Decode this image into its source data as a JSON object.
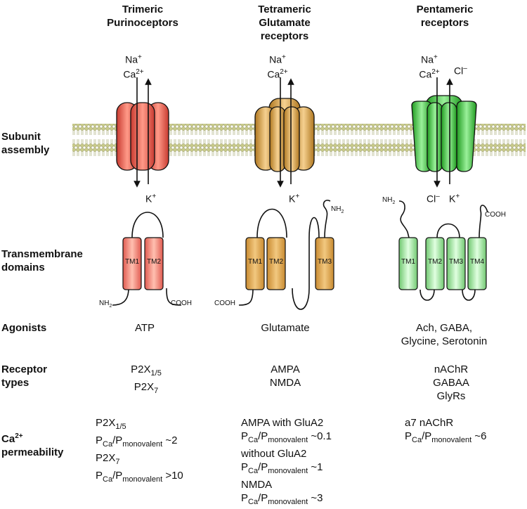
{
  "columns": {
    "trimeric": {
      "line1": "Trimeric",
      "line2": "Purinoceptors"
    },
    "tetrameric": {
      "line1": "Tetrameric",
      "line2": "Glutamate",
      "line3": "receptors"
    },
    "pentameric": {
      "line1": "Pentameric",
      "line2": "receptors"
    }
  },
  "row_labels": {
    "subunit": [
      "Subunit",
      "assembly"
    ],
    "transmembrane": [
      "Transmembrane",
      "domains"
    ],
    "agonists": "Agonists",
    "receptor_types": [
      "Receptor",
      "types"
    ],
    "ca_permeability": {
      "prefix": "Ca",
      "sup": "2+",
      "line2": "permeability"
    }
  },
  "ions": {
    "na": "Na",
    "ca": "Ca",
    "k": "K",
    "cl": "Cl",
    "plus": "+",
    "two_plus": "2+",
    "minus": "–"
  },
  "tm_labels": [
    "TM1",
    "TM2",
    "TM3",
    "TM4"
  ],
  "termini": {
    "nh2_base": "NH",
    "nh2_sub": "2",
    "cooh": "COOH"
  },
  "agonists": {
    "trimeric": "ATP",
    "tetrameric": "Glutamate",
    "pentameric": [
      "Ach, GABA,",
      "Glycine, Serotonin"
    ]
  },
  "receptor_types": {
    "trimeric": [
      {
        "base": "P2X",
        "sub": "1/5"
      },
      {
        "base": "P2X",
        "sub": "7"
      }
    ],
    "tetrameric": [
      "AMPA",
      "NMDA"
    ],
    "pentameric": [
      "nAChR",
      "GABAA",
      "GlyRs"
    ]
  },
  "permeability": {
    "p": "P",
    "ca_sub": "Ca",
    "mono_sub": "monovalent",
    "trimeric": {
      "r1": {
        "base": "P2X",
        "sub": "1/5"
      },
      "r1_val": "~2",
      "r2": {
        "base": "P2X",
        "sub": "7"
      },
      "r2_val": ">10"
    },
    "tetrameric": {
      "l1": "AMPA with GluA2",
      "v1": "~0.1",
      "l2": "without GluA2",
      "v2": "~1",
      "l3": "NMDA",
      "v3": "~3"
    },
    "pentameric": {
      "l1": "a7 nAChR",
      "v1": "~6"
    }
  },
  "colors": {
    "membrane": "#b5b77a",
    "trimeric": "#f08070",
    "tetrameric": "#e0b060",
    "pentameric": "#50c850",
    "tm_trimeric": "#f28d80",
    "tm_tetrameric": "#d8a050",
    "tm_pentameric": "#a8e0a0"
  }
}
